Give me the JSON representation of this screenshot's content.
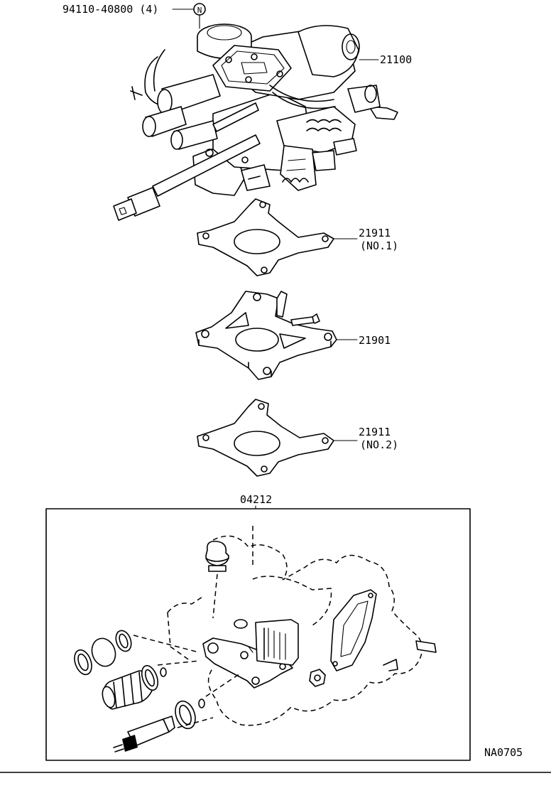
{
  "callouts": {
    "bolt": "94110-40800 (4)",
    "bolt_marker": "N",
    "carburetor": "21100",
    "gasket_1_part": "21911",
    "gasket_1_note": "(NO.1)",
    "insulator": "21901",
    "gasket_2_part": "21911",
    "gasket_2_note": "(NO.2)",
    "kit": "04212"
  },
  "figure_code": "NA0705"
}
